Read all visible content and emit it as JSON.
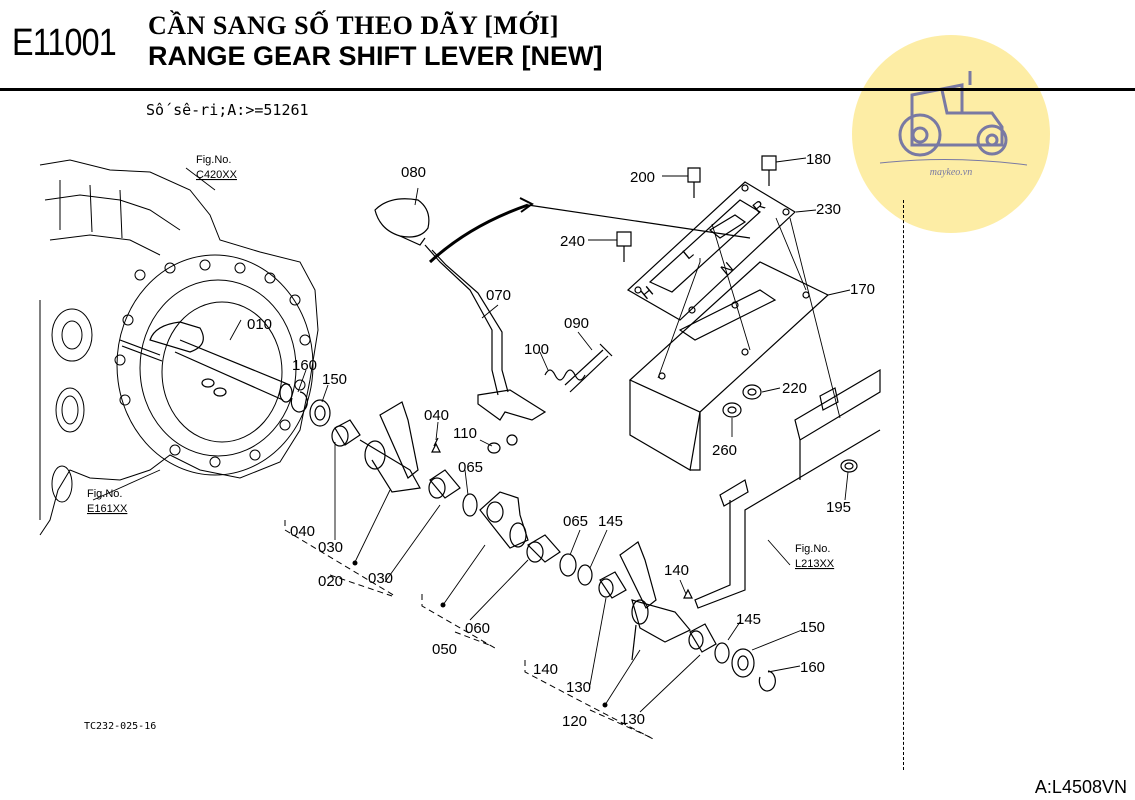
{
  "header": {
    "code": "E11001",
    "title_vn": "CẦN SANG SỐ THEO DÃY [MỚI]",
    "title_en": "RANGE GEAR SHIFT LEVER [NEW]",
    "serial_note": "Số sê-ri;A:>=51261"
  },
  "logo": {
    "text": "maykeo.vn"
  },
  "callouts": {
    "p010": "010",
    "p020": "020",
    "p030a": "030",
    "p030b": "030",
    "p040a": "040",
    "p040b": "040",
    "p050": "050",
    "p060": "060",
    "p065a": "065",
    "p065b": "065",
    "p070": "070",
    "p080": "080",
    "p090": "090",
    "p100": "100",
    "p110": "110",
    "p120": "120",
    "p130a": "130",
    "p130b": "130",
    "p140a": "140",
    "p140b": "140",
    "p145a": "145",
    "p145b": "145",
    "p150a": "150",
    "p150b": "150",
    "p160a": "160",
    "p160b": "160",
    "p170": "170",
    "p180": "180",
    "p195": "195",
    "p200": "200",
    "p220": "220",
    "p230": "230",
    "p240": "240",
    "p260": "260"
  },
  "fig_refs": {
    "label": "Fig.No.",
    "c420": "C420XX",
    "e161": "E161XX",
    "l213": "L213XX"
  },
  "gate_letters": {
    "h": "H",
    "l": "L",
    "n": "N",
    "r": "R"
  },
  "drawing_code": "TC232-025-16",
  "page_ref": "A:L4508VN"
}
